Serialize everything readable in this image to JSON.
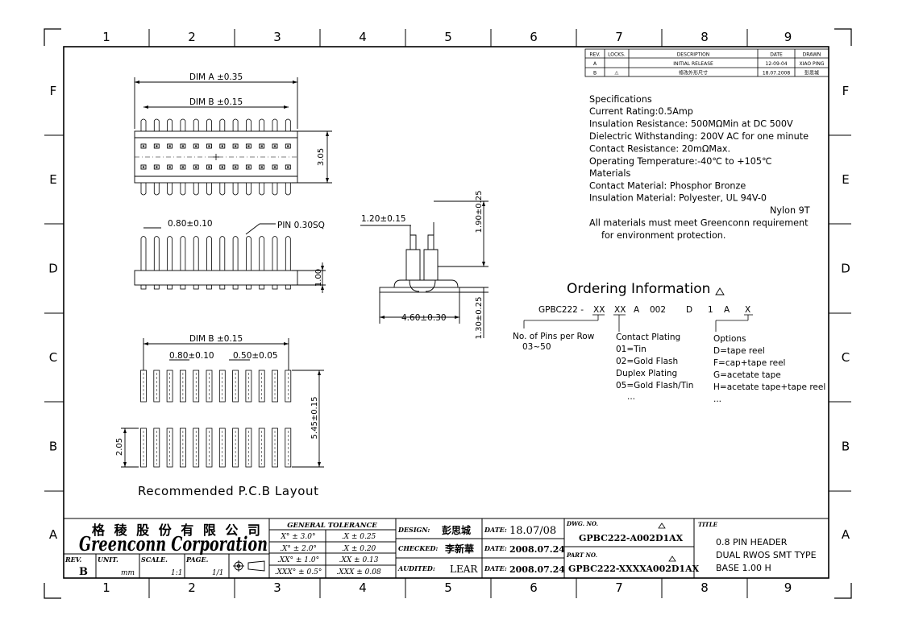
{
  "zones": {
    "columns": [
      "1",
      "2",
      "3",
      "4",
      "5",
      "6",
      "7",
      "8",
      "9"
    ],
    "rows": [
      "F",
      "E",
      "D",
      "C",
      "B",
      "A"
    ]
  },
  "revision_table": {
    "headers": [
      "REV.",
      "LOCKS.",
      "DESCRIPTION",
      "DATE",
      "DRAWN"
    ],
    "rows": [
      {
        "rev": "A",
        "locks": "",
        "description": "INITIAL RELEASE",
        "date": "12-09-04",
        "drawn": "XIAO PING"
      },
      {
        "rev": "B",
        "locks": "⚠",
        "description": "修改外形尺寸",
        "date": "18.07.2008",
        "drawn": "彭思城"
      }
    ]
  },
  "specifications": {
    "lines": [
      "Specifications",
      "Current Rating:0.5Amp",
      "Insulation Resistance:  500MΩMin at DC 500V",
      "Dielectric Withstanding: 200V AC for one minute",
      "Contact Resistance:  20mΩMax.",
      "Operating Temperature:-40℃ to +105℃",
      "Materials",
      "Contact Material: Phosphor Bronze",
      "Insulation Material: Polyester, UL 94V-0",
      "Nylon 9T",
      "All materials must meet Greenconn requirement",
      "for environment protection."
    ]
  },
  "dimensions": {
    "dim_a": "DIM A ±0.35",
    "dim_b": "DIM B ±0.15",
    "height_top": "3.05",
    "pitch": "0.80±0.10",
    "pin": "PIN 0.30SQ",
    "body_h": "1.00",
    "side_w": "1.20±0.15",
    "side_h_top": "1.90±0.25",
    "side_h_bot": "1.30±0.25",
    "side_base": "4.60±0.30",
    "pcb_dim_b": "DIM B ±0.15",
    "pcb_pitch": "0.80±0.10",
    "pcb_pad": "0.50±0.05",
    "pcb_len": "5.45±0.15",
    "pcb_pad_len": "2.05",
    "pcb_title": "Recommended P.C.B Layout"
  },
  "ordering": {
    "title": "Ordering Information",
    "code_parts": [
      "GPBC222 -",
      "XX",
      "XX",
      "A",
      "002",
      "D",
      "1",
      "A",
      "X"
    ],
    "pins_label": "No. of Pins per Row",
    "pins_range": "03~50",
    "plating_lines": [
      "Contact Plating",
      "01=Tin",
      "02=Gold Flash",
      "Duplex Plating",
      "05=Gold Flash/Tin",
      "..."
    ],
    "options_lines": [
      "Options",
      "D=tape reel",
      "F=cap+tape reel",
      "G=acetate tape",
      "H=acetate tape+tape reel",
      "..."
    ]
  },
  "title_block": {
    "company_cn": "格 稜 股 份 有 限 公 司",
    "company_en": "Greenconn Corporation",
    "tolerance_title": "GENERAL  TOLERANCE",
    "tolerances": [
      [
        "X° ± 3.0°",
        ".X ± 0.25"
      ],
      [
        ".X° ± 2.0°",
        ".X ± 0.20"
      ],
      [
        ".XX° ± 1.0°",
        ".XX ± 0.13"
      ],
      [
        ".XXX° ± 0.5°",
        ".XXX ± 0.08"
      ]
    ],
    "rev_label": "REV.",
    "rev": "B",
    "unit_label": "UNIT.",
    "unit": "mm",
    "scale_label": "SCALE.",
    "scale": "1:1",
    "page_label": "PAGE.",
    "page": "1/1",
    "design_label": "DESIGN:",
    "design": "彭思城",
    "checked_label": "CHECKED:",
    "checked": "李新華",
    "audited_label": "AUDITED:",
    "audited": "LEAR",
    "date_label": "DATE:",
    "date1": "18.07/08",
    "date2": "2008.07.24",
    "date3": "2008.07.24",
    "dwg_label": "DWG. NO.",
    "dwg_no": "GPBC222-A002D1AX",
    "part_label": "PART NO.",
    "part_no": "GPBC222-XXXXA002D1AX",
    "title_label": "TITLE",
    "title_lines": [
      "0.8  PIN  HEADER",
      "DUAL  RWOS  SMT  TYPE",
      "BASE  1.00  H"
    ]
  }
}
